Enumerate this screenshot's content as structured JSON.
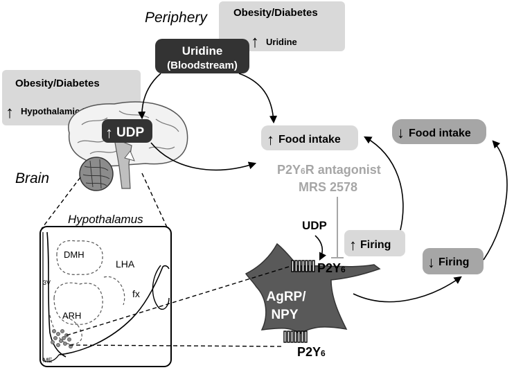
{
  "periphery_label": "Periphery",
  "brain_label": "Brain",
  "hypothalamus_label": "Hypothalamus",
  "periphery_box": {
    "title": "Obesity/Diabetes",
    "item": "Uridine",
    "arrow": "↑"
  },
  "uridine_box": {
    "line1": "Uridine",
    "line2": "(Bloodstream)"
  },
  "hypothalamic_box": {
    "title": "Obesity/Diabetes",
    "item": "Hypothalamic UDP",
    "arrow": "↑"
  },
  "udp_brain": {
    "arrow": "↑",
    "label": "UDP"
  },
  "food_intake_up": {
    "arrow": "↑",
    "label": "Food intake"
  },
  "food_intake_down": {
    "arrow": "↓",
    "label": "Food intake"
  },
  "antagonist": {
    "line1": "P2Y6R antagonist",
    "line1_main": "P2Y",
    "line1_sub": "6",
    "line1_rest": "R antagonist",
    "line2": "MRS 2578"
  },
  "udp_label": "UDP",
  "firing_up": {
    "arrow": "↑",
    "label": "Firing"
  },
  "firing_down": {
    "arrow": "↓",
    "label": "Firing"
  },
  "receptor_top": {
    "main": "P2Y",
    "sub": "6"
  },
  "receptor_bottom": {
    "main": "P2Y",
    "sub": "6"
  },
  "neuron_label": {
    "line1": "AgRP/",
    "line2": "NPY"
  },
  "hypothalamus_regions": {
    "dmh": "DMH",
    "lha": "LHA",
    "arh": "ARH",
    "fx": "fx",
    "v3": "3V",
    "me": "ME"
  },
  "colors": {
    "light_box": "#d9d9d9",
    "dark_box": "#333333",
    "mid_box": "#a6a6a6",
    "neuron": "#595959",
    "antagonist_text": "#a6a6a6"
  }
}
